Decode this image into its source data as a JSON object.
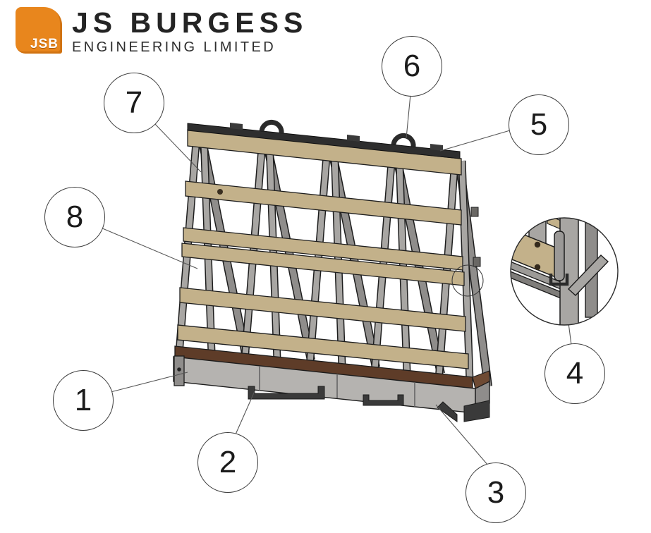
{
  "page": {
    "background": "#ffffff"
  },
  "logo": {
    "badge_text": "JSB",
    "company_name": "JS BURGESS",
    "company_subtitle": "ENGINEERING LIMITED",
    "badge_color": "#E8861D",
    "text_color": "#242424"
  },
  "drawing": {
    "subject": "A-frame transport rack, isometric CAD view with numbered part callouts and a magnified detail circle",
    "callouts": [
      {
        "label": "1"
      },
      {
        "label": "2"
      },
      {
        "label": "3"
      },
      {
        "label": "4"
      },
      {
        "label": "5"
      },
      {
        "label": "6"
      },
      {
        "label": "7"
      },
      {
        "label": "8"
      }
    ],
    "colors": {
      "wood_slat": "#C3B18A",
      "steel_light": "#A8A6A3",
      "steel_dark": "#8F8D8B",
      "deck_wood": "#5E3C28",
      "outline": "#1e1e1e",
      "leader_line": "#555555"
    }
  }
}
